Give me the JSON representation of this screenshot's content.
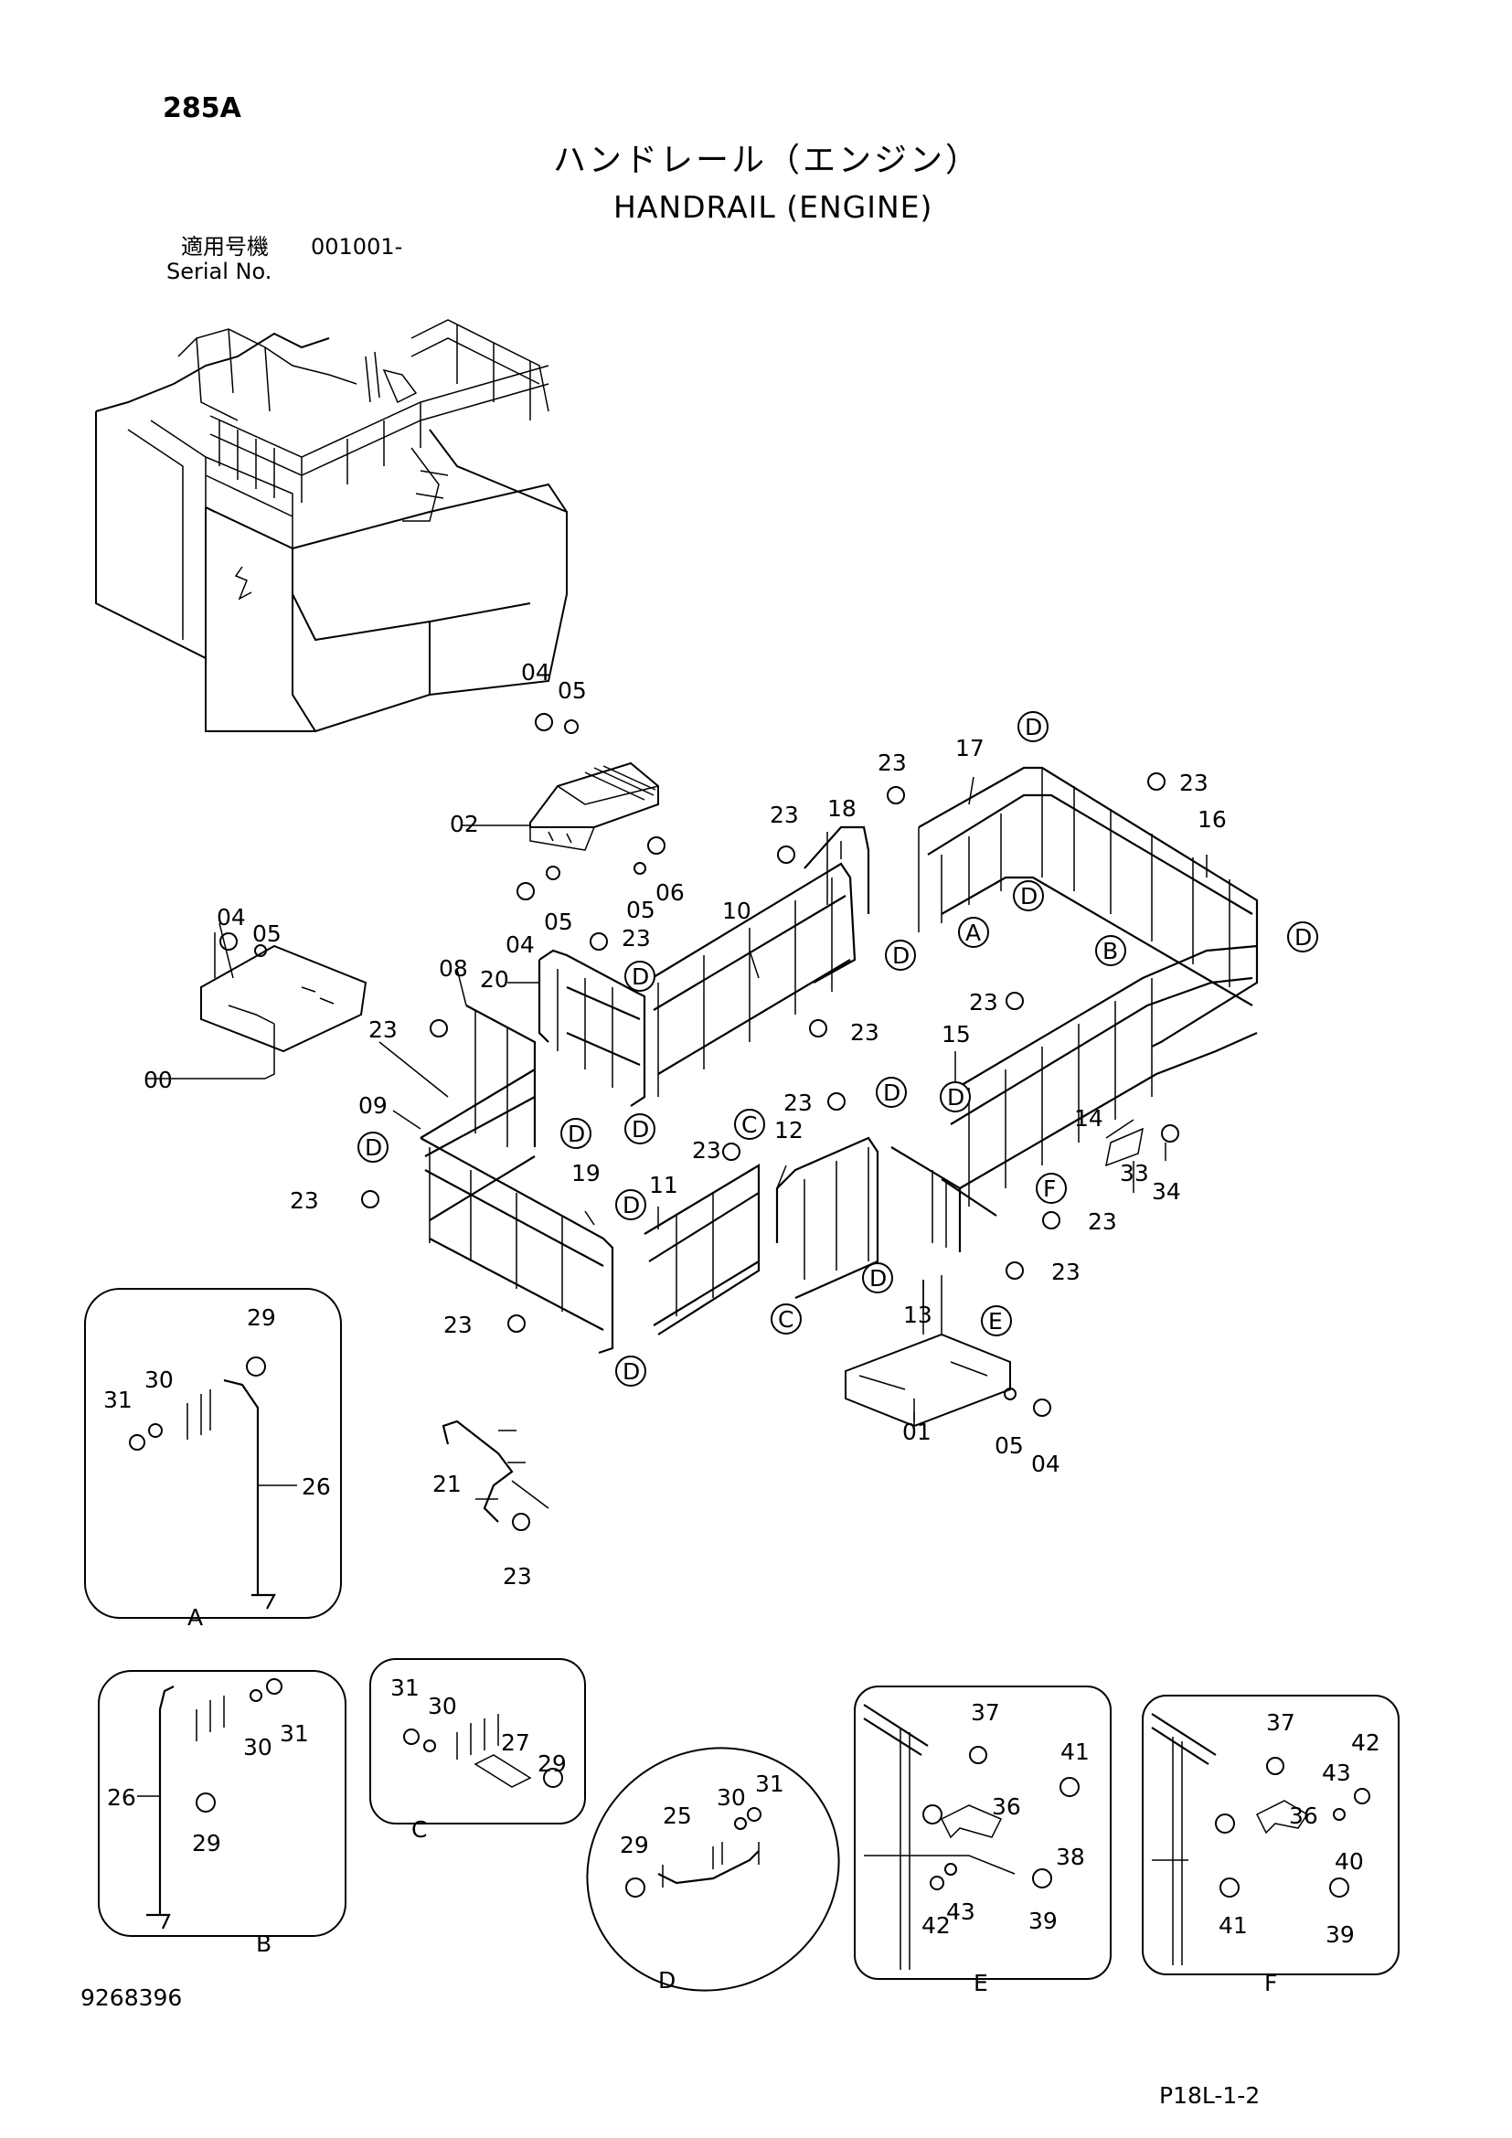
{
  "header": {
    "model": "285A",
    "title_jp": "ハンドレール（エンジン）",
    "title_en": "HANDRAIL (ENGINE)",
    "serial_label_jp": "適用号機",
    "serial_value": "001001-",
    "serial_label_en": "Serial No."
  },
  "footer": {
    "document_number": "9268396",
    "page_ref": "P18L-1-2"
  },
  "callouts": {
    "c00": "00",
    "c01": "01",
    "c02": "02",
    "c04a": "04",
    "c05a": "05",
    "c04b": "04",
    "c05b": "05",
    "c04c": "04",
    "c05c": "05",
    "c06": "06",
    "c04d": "04",
    "c05d": "05",
    "c08": "08",
    "c09": "09",
    "c10": "10",
    "c11": "11",
    "c12": "12",
    "c13": "13",
    "c14": "14",
    "c15": "15",
    "c16": "16",
    "c17": "17",
    "c18": "18",
    "c19": "19",
    "c20": "20",
    "c21": "21",
    "c23": "23",
    "c33": "33",
    "c34": "34"
  },
  "detail_labels": {
    "A": "A",
    "B": "B",
    "C": "C",
    "D": "D",
    "E": "E",
    "F": "F"
  },
  "details": {
    "A": [
      "29",
      "30",
      "31",
      "26"
    ],
    "B": [
      "26",
      "29",
      "30",
      "31"
    ],
    "C": [
      "31",
      "30",
      "27",
      "29"
    ],
    "D": [
      "29",
      "25",
      "30",
      "31"
    ],
    "E": [
      "37",
      "41",
      "36",
      "38",
      "43",
      "42",
      "39"
    ],
    "F": [
      "37",
      "42",
      "43",
      "36",
      "40",
      "41",
      "39"
    ]
  }
}
